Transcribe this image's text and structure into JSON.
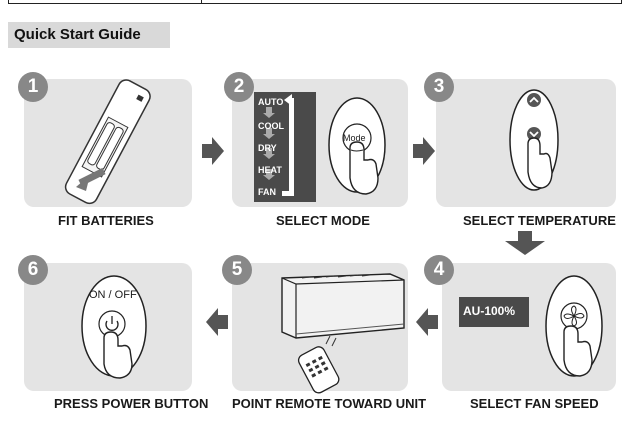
{
  "title": "Quick Start Guide",
  "steps": [
    {
      "number": "1",
      "caption": "FIT BATTERIES"
    },
    {
      "number": "2",
      "caption": "SELECT MODE"
    },
    {
      "number": "3",
      "caption": "SELECT TEMPERATURE"
    },
    {
      "number": "4",
      "caption": "SELECT FAN SPEED"
    },
    {
      "number": "5",
      "caption": "POINT REMOTE TOWARD UNIT"
    },
    {
      "number": "6",
      "caption": "PRESS POWER BUTTON"
    }
  ],
  "mode_list": [
    "AUTO",
    "COOL",
    "DRY",
    "HEAT",
    "FAN"
  ],
  "mode_button_label": "Mode",
  "fan_speed_display": "AU-100%",
  "power_label": "ON / OFF",
  "colors": {
    "panel": "#e4e4e4",
    "badge": "#888888",
    "arrow": "#555555",
    "mode_box": "#4a4a4a",
    "title_bar": "#d9d9d9"
  }
}
